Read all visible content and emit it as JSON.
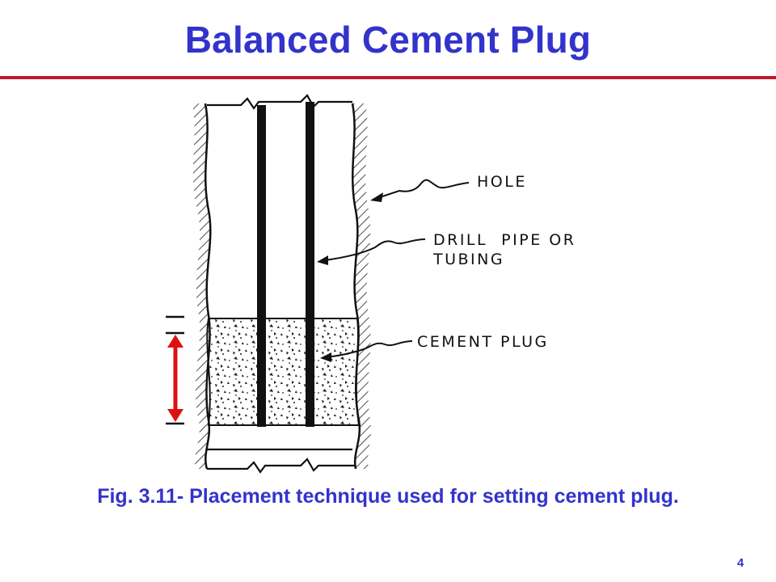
{
  "slide": {
    "title": "Balanced Cement Plug",
    "caption": "Fig. 3.11- Placement technique used for setting cement plug.",
    "page_number": "4"
  },
  "diagram": {
    "labels": {
      "hole": "HOLE",
      "drill_pipe_line1": "DRILL  PIPE OR",
      "drill_pipe_line2": "TUBING",
      "cement_plug": "CEMENT PLUG"
    }
  },
  "colors": {
    "title": "#3333cc",
    "caption": "#3333cc",
    "rule": "#c0182a",
    "arrow": "#dd1111",
    "ink": "#111111"
  }
}
